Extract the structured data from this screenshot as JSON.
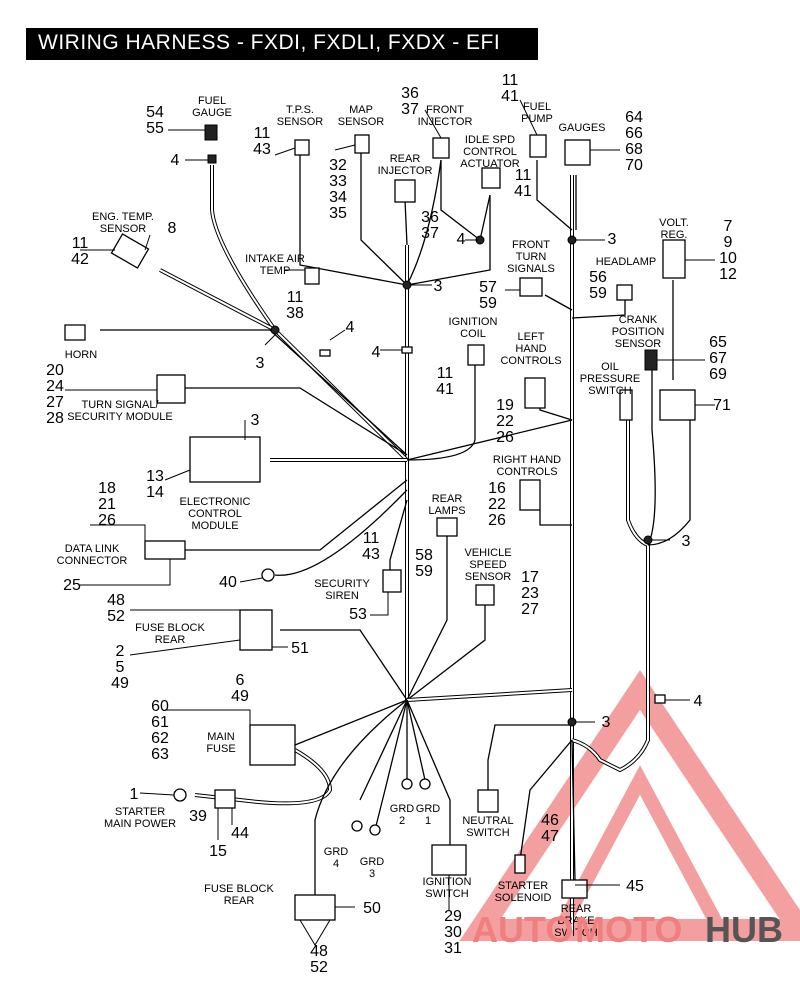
{
  "title": "WIRING HARNESS - FXDI, FXDLI, FXDX - EFI",
  "watermark": {
    "left": "AUTO",
    "mid": "MOTO",
    "right": "HUB",
    "accent": "#f08080",
    "dark": "#555555"
  },
  "labels": [
    {
      "id": "fuel-gauge",
      "text": "FUEL\nGAUGE"
    },
    {
      "id": "tps-sensor",
      "text": "T.P.S.\nSENSOR"
    },
    {
      "id": "map-sensor",
      "text": "MAP\nSENSOR"
    },
    {
      "id": "front-injector",
      "text": "FRONT\nINJECTOR"
    },
    {
      "id": "fuel-pump",
      "text": "FUEL\nPUMP"
    },
    {
      "id": "gauges",
      "text": "GAUGES"
    },
    {
      "id": "idle-control",
      "text": "IDLE   SPD\nCONTROL\nACTUATOR"
    },
    {
      "id": "rear-injector",
      "text": "REAR\nINJECTOR"
    },
    {
      "id": "eng-temp",
      "text": "ENG. TEMP.\nSENSOR"
    },
    {
      "id": "volt-reg",
      "text": "VOLT.\nREG."
    },
    {
      "id": "front-turn",
      "text": "FRONT\nTURN\nSIGNALS"
    },
    {
      "id": "headlamp",
      "text": "HEADLAMP"
    },
    {
      "id": "intake-air",
      "text": "INTAKE AIR\nTEMP"
    },
    {
      "id": "ignition-coil",
      "text": "IGNITION\nCOIL"
    },
    {
      "id": "crank-pos",
      "text": "CRANK\nPOSITION\nSENSOR"
    },
    {
      "id": "horn",
      "text": "HORN"
    },
    {
      "id": "left-hand",
      "text": "LEFT\nHAND\nCONTROLS"
    },
    {
      "id": "oil-pressure",
      "text": "OIL\nPRESSURE\nSWITCH"
    },
    {
      "id": "turn-signal-mod",
      "text": "TURN SIGNAL/\nSECURITY MODULE"
    },
    {
      "id": "ecm",
      "text": "ELECTRONIC\nCONTROL\nMODULE"
    },
    {
      "id": "right-hand",
      "text": "RIGHT HAND\nCONTROLS"
    },
    {
      "id": "rear-lamps",
      "text": "REAR\nLAMPS"
    },
    {
      "id": "data-link",
      "text": "DATA LINK\nCONNECTOR"
    },
    {
      "id": "vss",
      "text": "VEHICLE\nSPEED\nSENSOR"
    },
    {
      "id": "security-siren",
      "text": "SECURITY\nSIREN"
    },
    {
      "id": "fuse-block-rear-1",
      "text": "FUSE BLOCK\nREAR"
    },
    {
      "id": "main-fuse",
      "text": "MAIN\nFUSE"
    },
    {
      "id": "starter-main",
      "text": "STARTER\nMAIN POWER"
    },
    {
      "id": "grd-2",
      "text": "GRD\n2"
    },
    {
      "id": "grd-1",
      "text": "GRD\n1"
    },
    {
      "id": "grd-4",
      "text": "GRD\n4"
    },
    {
      "id": "grd-3",
      "text": "GRD\n3"
    },
    {
      "id": "neutral-switch",
      "text": "NEUTRAL\nSWITCH"
    },
    {
      "id": "ignition-switch",
      "text": "IGNITION\nSWITCH"
    },
    {
      "id": "starter-solenoid",
      "text": "STARTER\nSOLENOID"
    },
    {
      "id": "rear-brake",
      "text": "REAR\nBRAKE\nSWITCH"
    },
    {
      "id": "fuse-block-rear-2",
      "text": "FUSE BLOCK\nREAR"
    }
  ],
  "numbers": [
    {
      "id": "n-54-55",
      "text": "54\n55"
    },
    {
      "id": "n-4-fuel",
      "text": "4"
    },
    {
      "id": "n-11-43-tps",
      "text": "11\n43"
    },
    {
      "id": "n-32-35",
      "text": "32\n33\n34\n35"
    },
    {
      "id": "n-36-37-top",
      "text": "36\n37"
    },
    {
      "id": "n-11-41-pump",
      "text": "11\n41"
    },
    {
      "id": "n-64-70",
      "text": "64\n66\n68\n70"
    },
    {
      "id": "n-8",
      "text": "8"
    },
    {
      "id": "n-11-42",
      "text": "11\n42"
    },
    {
      "id": "n-36-37-rear",
      "text": "36\n37"
    },
    {
      "id": "n-11-41-idle",
      "text": "11\n41"
    },
    {
      "id": "n-4-idle",
      "text": "4"
    },
    {
      "id": "n-3-gauges",
      "text": "3"
    },
    {
      "id": "n-7-12",
      "text": "7\n9\n10\n12"
    },
    {
      "id": "n-57-59",
      "text": "57\n59"
    },
    {
      "id": "n-56-59",
      "text": "56\n59"
    },
    {
      "id": "n-3-intake",
      "text": "3"
    },
    {
      "id": "n-11-38",
      "text": "11\n38"
    },
    {
      "id": "n-4-horn",
      "text": "4"
    },
    {
      "id": "n-3-horn",
      "text": "3"
    },
    {
      "id": "n-4-mid",
      "text": "4"
    },
    {
      "id": "n-11-41-coil",
      "text": "11\n41"
    },
    {
      "id": "n-65-69",
      "text": "65\n67\n69"
    },
    {
      "id": "n-20-28",
      "text": "20\n24\n27\n28"
    },
    {
      "id": "n-19-26",
      "text": "19\n22\n26"
    },
    {
      "id": "n-71",
      "text": "71"
    },
    {
      "id": "n-3-ecm",
      "text": "3"
    },
    {
      "id": "n-13-14",
      "text": "13\n14"
    },
    {
      "id": "n-18-26",
      "text": "18\n21\n26"
    },
    {
      "id": "n-16-26",
      "text": "16\n22\n26"
    },
    {
      "id": "n-3-right",
      "text": "3"
    },
    {
      "id": "n-25",
      "text": "25"
    },
    {
      "id": "n-11-43-siren",
      "text": "11\n43"
    },
    {
      "id": "n-58-59",
      "text": "58\n59"
    },
    {
      "id": "n-17-27",
      "text": "17\n23\n27"
    },
    {
      "id": "n-40",
      "text": "40"
    },
    {
      "id": "n-53",
      "text": "53"
    },
    {
      "id": "n-48-52-top",
      "text": "48\n52"
    },
    {
      "id": "n-2-49",
      "text": "2\n5\n49"
    },
    {
      "id": "n-51",
      "text": "51"
    },
    {
      "id": "n-6-49",
      "text": "6\n49"
    },
    {
      "id": "n-4-right",
      "text": "4"
    },
    {
      "id": "n-60-63",
      "text": "60\n61\n62\n63"
    },
    {
      "id": "n-3-low",
      "text": "3"
    },
    {
      "id": "n-1",
      "text": "1"
    },
    {
      "id": "n-39",
      "text": "39"
    },
    {
      "id": "n-44",
      "text": "44"
    },
    {
      "id": "n-15",
      "text": "15"
    },
    {
      "id": "n-46-47",
      "text": "46\n47"
    },
    {
      "id": "n-45",
      "text": "45"
    },
    {
      "id": "n-50",
      "text": "50"
    },
    {
      "id": "n-29-31",
      "text": "29\n30\n31"
    },
    {
      "id": "n-48-52-bot",
      "text": "48\n52"
    }
  ]
}
